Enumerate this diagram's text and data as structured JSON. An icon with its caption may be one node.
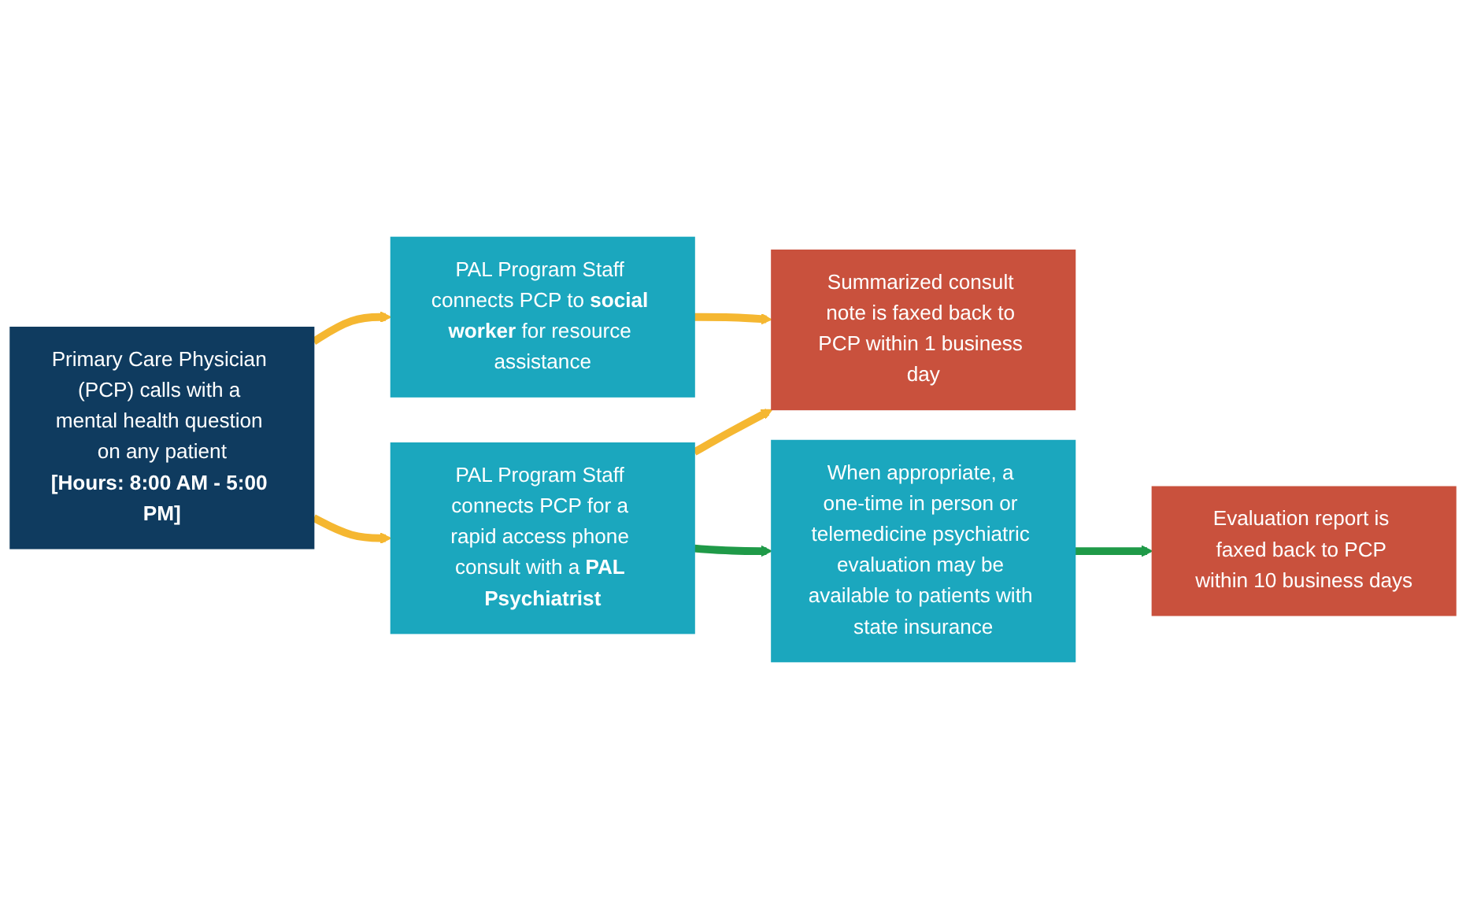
{
  "diagram": {
    "nodes": [
      {
        "text": [
          "Primary Care Physician (PCP) calls with a mental health question on any patient",
          "[Hours: 8:00 AM - 5:00 PM]"
        ]
      },
      {
        "text": [
          "PAL Program Staff connects PCP to **social worker** for resource assistance"
        ]
      },
      {
        "text": [
          "PAL Program Staff connects PCP for a rapid access phone consult with a **PAL Psychiatrist**"
        ]
      },
      {
        "text": [
          "Summarized consult note is faxed back to PCP within 1 business day"
        ]
      },
      {
        "text": [
          "When appropriate, a one-time in person or telemedicine psychiatric evaluation may be available to patients with state insurance"
        ]
      },
      {
        "text": [
          "Evaluation report is faxed back to PCP within 10 business days"
        ]
      }
    ],
    "edges": [
      {
        "from": 0,
        "to": 1,
        "arrow": "to"
      },
      {
        "from": 0,
        "to": 2,
        "arrow": "to"
      },
      {
        "from": 1,
        "to": 3,
        "arrow": "to"
      },
      {
        "from": 2,
        "to": 3,
        "arrow": "to"
      },
      {
        "from": 2,
        "to": 4,
        "arrow": "to",
        "color": "#1f9a48"
      },
      {
        "from": 4,
        "to": 5,
        "arrow": "to",
        "color": "#1f9a48"
      }
    ]
  }
}
